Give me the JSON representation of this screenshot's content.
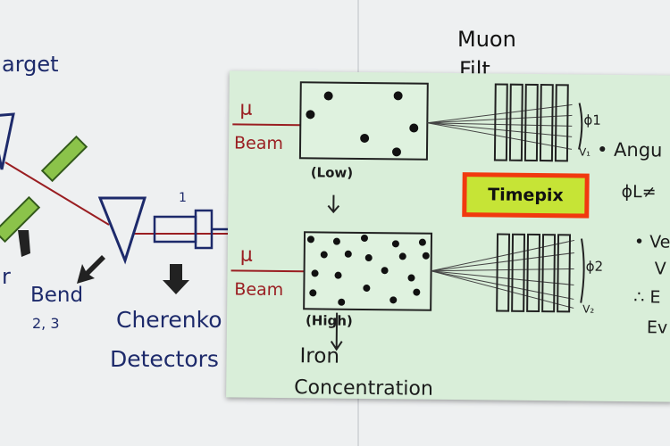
{
  "board": {
    "target_label": "arget",
    "muon_label": "Muon",
    "filter_label": "Filt",
    "r_label": "r",
    "bend_label": "Bend",
    "bend_numbers": "2, 3",
    "detector_number": "1",
    "cherenkov_label": "Cherenko",
    "detectors_label": "Detectors"
  },
  "card": {
    "mu_symbol": "μ",
    "beam_label": "Beam",
    "low_label": "(Low)",
    "high_label": "(High)",
    "iron_label": "Iron",
    "concentration_label": "Concentration",
    "timepix_label": "Timepix",
    "phi1_label": "ϕ1",
    "phi2_label": "ϕ2",
    "v1_label": "V₁",
    "v2_label": "V₂",
    "angle_label": "• Angu",
    "phi_ne_label": "ϕL≠",
    "bullet_v_label": "• Ve",
    "v_label": "V",
    "therefore_label": "∴ E",
    "e_label": "Ev"
  },
  "colors": {
    "marker_blue": "#1d2a6b",
    "beam_red": "#9a1e22",
    "detector_green": "#8bc34a",
    "card_green": "#d9eed9",
    "timepix_orange": "#f1390f",
    "timepix_lime": "#c6e436"
  }
}
